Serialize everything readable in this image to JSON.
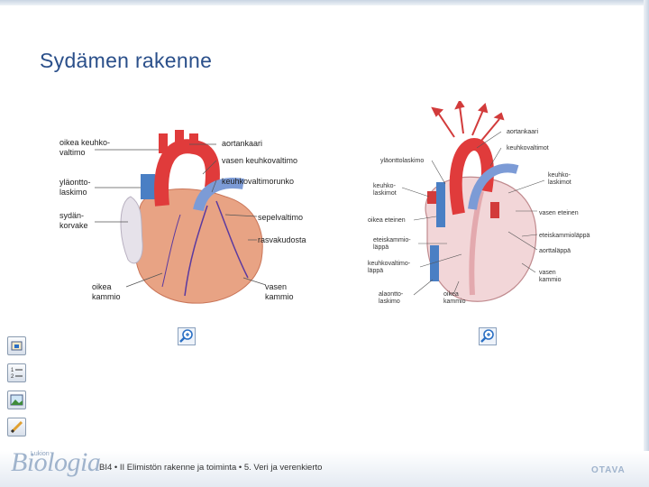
{
  "slide": {
    "title": "Sydämen rakenne",
    "footer": "BI4 • II Elimistön rakenne ja toiminta • 5. Veri ja verenkierto",
    "logo_small": "Lukion",
    "logo": "Biologia",
    "publisher": "OTAVA"
  },
  "figure_left": {
    "labels": {
      "l1a": "oikea keuhko-",
      "l1b": "valtimo",
      "l2a": "yläontto-",
      "l2b": "laskimo",
      "l3a": "sydän-",
      "l3b": "korvake",
      "l4a": "oikea",
      "l4b": "kammio",
      "r1": "aortankaari",
      "r2": "vasen keuhkovaltimo",
      "r3": "keuhkovaltimorunko",
      "r4": "sepelvaltimo",
      "r5": "rasvakudosta",
      "r6a": "vasen",
      "r6b": "kammio"
    }
  },
  "figure_right": {
    "labels": {
      "t1": "aortankaari",
      "t2": "keuhkovaltimot",
      "a1": "yläonttolaskimo",
      "a2a": "keuhko-",
      "a2b": "laskimot",
      "a3": "oikea eteinen",
      "a4a": "eteiskammio-",
      "a4b": "läppä",
      "a5a": "keuhkovaltimo-",
      "a5b": "läppä",
      "a6a": "alaontto-",
      "a6b": "laskimo",
      "a7a": "oikea",
      "a7b": "kammio",
      "b1a": "keuhko-",
      "b1b": "laskimot",
      "b2": "vasen eteinen",
      "b3": "eteiskammioläppä",
      "b4": "aorttaläppä",
      "b5a": "vasen",
      "b5b": "kammio"
    }
  },
  "side_icons": [
    "home-icon",
    "list-icon",
    "image-icon",
    "pencil-icon"
  ],
  "zoom_icons": [
    "zoom-left-icon",
    "zoom-right-icon"
  ]
}
